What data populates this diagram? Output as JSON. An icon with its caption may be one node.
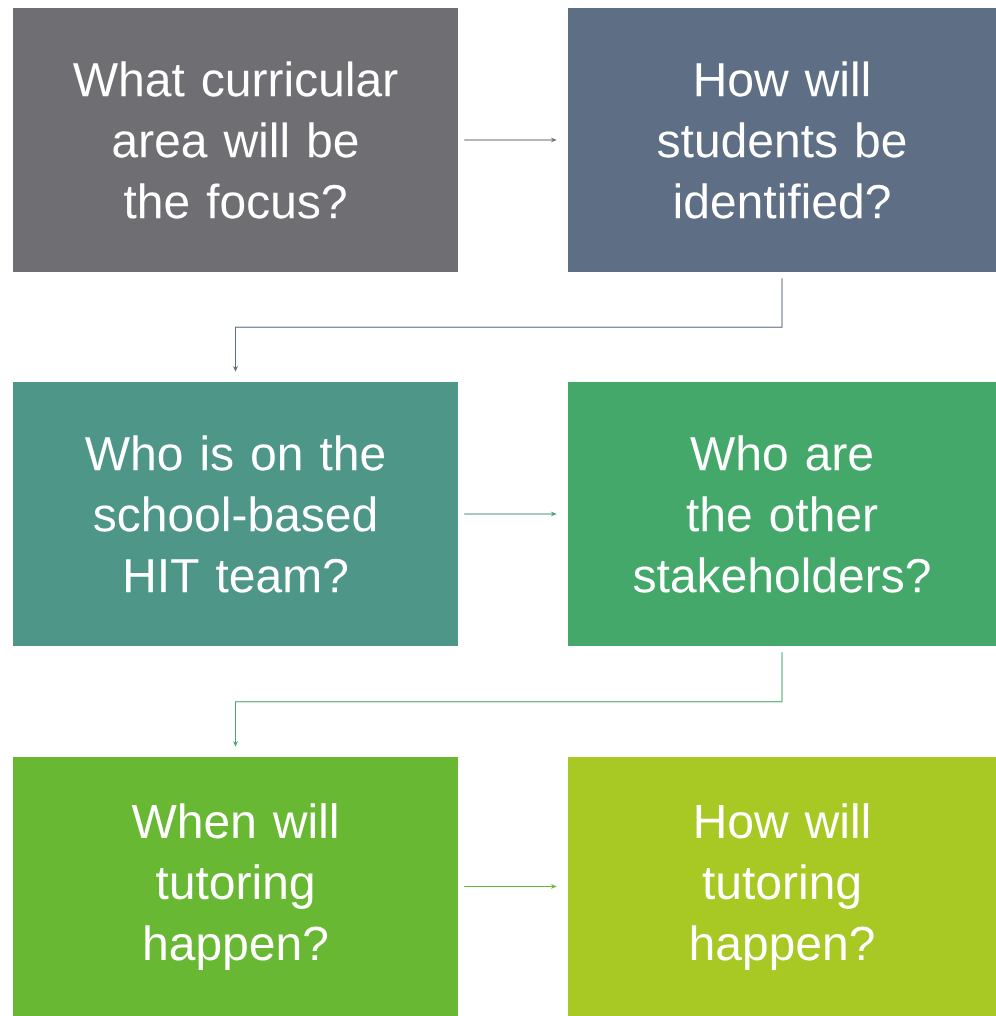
{
  "diagram": {
    "nodes": [
      {
        "text": [
          "What curricular area will be the focus?"
        ]
      },
      {
        "text": [
          "How will students be identified?"
        ]
      },
      {
        "text": [
          "Who is on the school-based HIT team?"
        ]
      },
      {
        "text": [
          "Who are the other stakeholders?"
        ]
      },
      {
        "text": [
          "When will tutoring happen?"
        ]
      },
      {
        "text": [
          "How will tutoring happen?"
        ]
      }
    ],
    "edges": [
      {
        "from": 0,
        "to": 1,
        "arrow": "to",
        "color": "#6f6e73"
      },
      {
        "from": 1,
        "to": 2,
        "arrow": "to",
        "color": "#5e6e84"
      },
      {
        "from": 2,
        "to": 3,
        "arrow": "to",
        "color": "#4e9688"
      },
      {
        "from": 3,
        "to": 4,
        "arrow": "to",
        "color": "#43a86a"
      },
      {
        "from": 4,
        "to": 5,
        "arrow": "to",
        "color": "#69b833"
      }
    ]
  }
}
